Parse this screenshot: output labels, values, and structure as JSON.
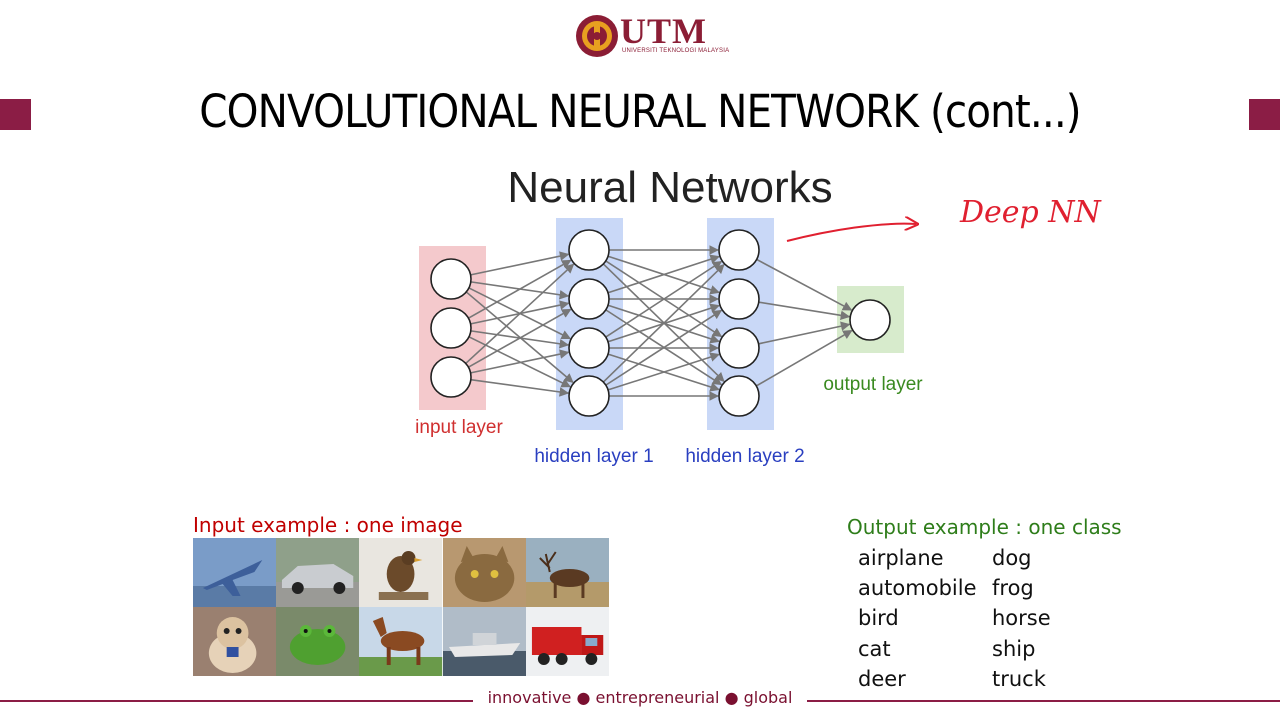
{
  "logo": {
    "name": "UTM",
    "subtitle": "UNIVERSITI TEKNOLOGI MALAYSIA"
  },
  "slide": {
    "title": "CONVOLUTIONAL NEURAL NETWORK (cont...)"
  },
  "diagram": {
    "title": "Neural Networks",
    "annotation": "Deep NN",
    "layers": [
      {
        "label": "input layer",
        "nodes": 3,
        "color": "#f4c9cc",
        "label_color": "#d03030"
      },
      {
        "label": "hidden layer 1",
        "nodes": 4,
        "color": "#c9d8f7",
        "label_color": "#2a3fc0"
      },
      {
        "label": "hidden layer 2",
        "nodes": 4,
        "color": "#c9d8f7",
        "label_color": "#2a3fc0"
      },
      {
        "label": "output layer",
        "nodes": 1,
        "color": "#d7ebcc",
        "label_color": "#3a8a20"
      }
    ]
  },
  "input_example": {
    "label": "Input example : one image",
    "images": [
      "airplane",
      "automobile",
      "bird",
      "cat",
      "deer",
      "dog",
      "frog",
      "horse",
      "ship",
      "truck"
    ]
  },
  "output_example": {
    "label": "Output example : one class",
    "classes": [
      "airplane",
      "dog",
      "automobile",
      "frog",
      "bird",
      "horse",
      "cat",
      "ship",
      "deer",
      "truck"
    ]
  },
  "footer": {
    "tagline": "innovative ● entrepreneurial ● global"
  },
  "colors": {
    "brand": "#8b1d45",
    "annotation": "#e02030"
  }
}
